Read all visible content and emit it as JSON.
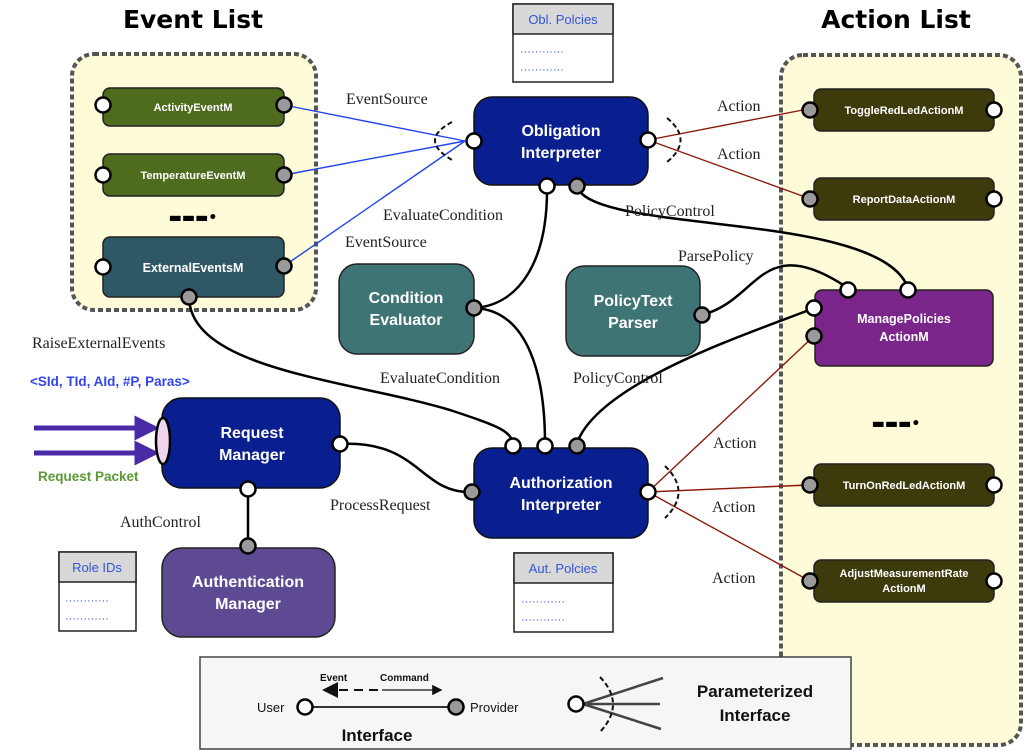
{
  "titles": {
    "event_list": "Event List",
    "action_list": "Action List"
  },
  "colors": {
    "event_module": "#4e6b1e",
    "external_event_module": "#2f5866",
    "action_module": "#3d3a0c",
    "manage_policies": "#7a2589",
    "interpreter": "#0a1f8f",
    "evaluator_parser": "#3f7474",
    "authentication": "#5e4a92",
    "list_bg": "#fefbd8",
    "event_wire": "#2244ee",
    "action_wire": "#8a1a0a",
    "request_arrow": "#4b2aa8"
  },
  "event_list": {
    "items": [
      {
        "label": "ActivityEventM"
      },
      {
        "label": "TemperatureEventM"
      },
      {
        "label": "ExternalEventsM"
      }
    ],
    "ellipsis": "▬▬▬•"
  },
  "action_list": {
    "items": [
      {
        "label": "ToggleRedLedActionM"
      },
      {
        "label": "ReportDataActionM"
      },
      {
        "label_lines": [
          "ManagePolicies",
          "ActionM"
        ]
      },
      {
        "label": "TurnOnRedLedActionM"
      },
      {
        "label_lines": [
          "AdjustMeasurementRate",
          "ActionM"
        ]
      }
    ],
    "ellipsis": "▬▬▬•"
  },
  "components": {
    "obligation_interpreter": [
      "Obligation",
      "Interpreter"
    ],
    "condition_evaluator": [
      "Condition",
      "Evaluator"
    ],
    "policy_text_parser": [
      "PolicyText",
      "Parser"
    ],
    "request_manager": [
      "Request",
      "Manager"
    ],
    "authorization_interpreter": [
      "Authorization",
      "Interpreter"
    ],
    "authentication_manager": [
      "Authentication",
      "Manager"
    ]
  },
  "tables": {
    "obl_policies": {
      "header": "Obl. Polcies",
      "rows": [
        "············",
        "············"
      ]
    },
    "aut_policies": {
      "header": "Aut. Polcies",
      "rows": [
        "············",
        "············"
      ]
    },
    "role_ids": {
      "header": "Role IDs",
      "rows": [
        "············",
        "············"
      ]
    }
  },
  "connection_labels": {
    "event_source_top": "EventSource",
    "event_source_bottom": "EventSource",
    "evaluate_condition_top": "EvaluateCondition",
    "evaluate_condition_bottom": "EvaluateCondition",
    "policy_control_top": "PolicyControl",
    "policy_control_bottom": "PolicyControl",
    "parse_policy": "ParsePolicy",
    "raise_external_events": "RaiseExternalEvents",
    "process_request": "ProcessRequest",
    "auth_control": "AuthControl",
    "action_1": "Action",
    "action_2": "Action",
    "action_3": "Action",
    "action_4": "Action",
    "action_5": "Action"
  },
  "request": {
    "packet_format": "<SId, TId, AId, #P, Paras>",
    "packet_label": "Request Packet"
  },
  "legend": {
    "event": "Event",
    "command": "Command",
    "user": "User",
    "provider": "Provider",
    "interface": "Interface",
    "parameterized_lines": [
      "Parameterized",
      "Interface"
    ]
  }
}
